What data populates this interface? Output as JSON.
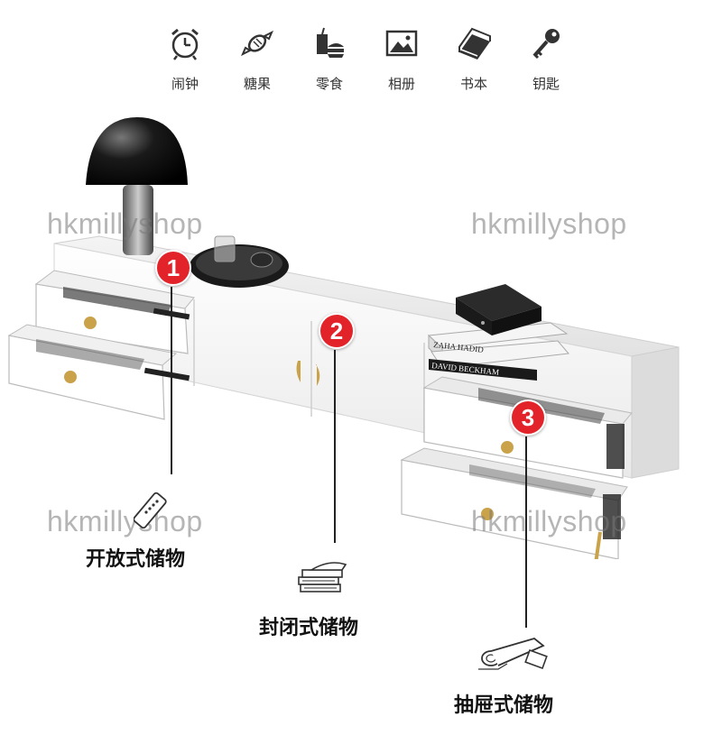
{
  "icons": [
    {
      "name": "alarm-clock-icon",
      "label": "闹钟"
    },
    {
      "name": "candy-icon",
      "label": "糖果"
    },
    {
      "name": "snack-icon",
      "label": "零食"
    },
    {
      "name": "photo-album-icon",
      "label": "相册"
    },
    {
      "name": "book-icon",
      "label": "书本"
    },
    {
      "name": "key-icon",
      "label": "钥匙"
    }
  ],
  "watermark": "hkmillyshop",
  "book_titles": {
    "top": "ZAHA HADID",
    "bottom": "DAVID BECKHAM"
  },
  "callouts": [
    {
      "number": "1",
      "label": "开放式储物",
      "icon": "remote-control-icon"
    },
    {
      "number": "2",
      "label": "封闭式储物",
      "icon": "stacked-magazines-icon"
    },
    {
      "number": "3",
      "label": "抽屉式储物",
      "icon": "rolled-papers-icon"
    }
  ],
  "colors": {
    "badge": "#e2232a",
    "cabinet": "#ffffff",
    "handle": "#c9a24a",
    "line": "#222222"
  }
}
